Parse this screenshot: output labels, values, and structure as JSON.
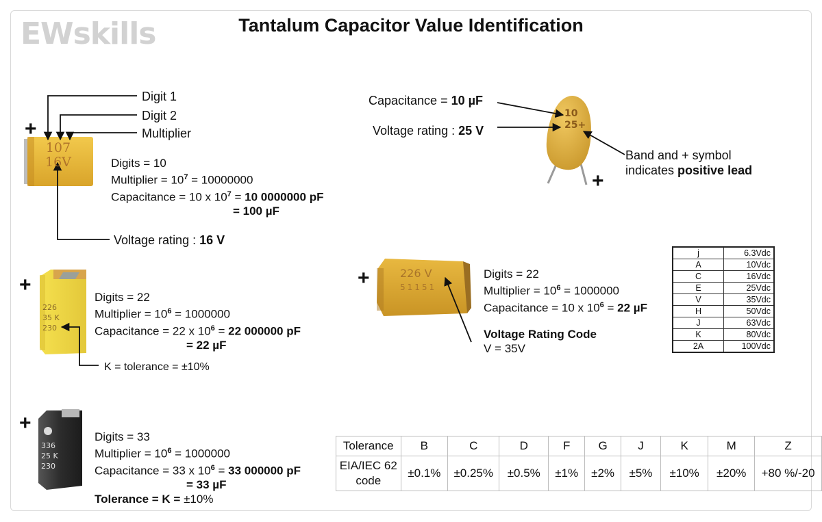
{
  "logo": "EWskills",
  "title": "Tantalum Capacitor Value Identification",
  "cap1": {
    "marking_line1": "107",
    "marking_line2": "16V",
    "label_digit1": "Digit 1",
    "label_digit2": "Digit 2",
    "label_multiplier": "Multiplier",
    "digits": "Digits = 10",
    "multiplier_prefix": "Multiplier = 10",
    "multiplier_exp": "7",
    "multiplier_suffix": " = 10000000",
    "cap_prefix": "Capacitance = 10 x 10",
    "cap_exp": "7",
    "cap_eq": " = ",
    "cap_bold": "10 0000000 pF",
    "cap_line2": "= 100 µF",
    "voltage_prefix": "Voltage rating : ",
    "voltage_bold": "16 V"
  },
  "cap2": {
    "marking_line1": "226",
    "marking_line2": "35 K",
    "marking_line3": "230",
    "digits": "Digits = 22",
    "multiplier_prefix": "Multiplier = 10",
    "multiplier_exp": "6",
    "multiplier_suffix": " = 1000000",
    "cap_prefix": "Capacitance = 22 x 10",
    "cap_exp": "6",
    "cap_eq": " = ",
    "cap_bold": "22 000000 pF",
    "cap_line2": "= 22 µF",
    "tolerance": "K = tolerance = ±10%"
  },
  "cap3": {
    "marking_line1": "336",
    "marking_line2": "25 K",
    "marking_line3": "230",
    "digits": "Digits = 33",
    "multiplier_prefix": "Multiplier = 10",
    "multiplier_exp": "6",
    "multiplier_suffix": " = 1000000",
    "cap_prefix": "Capacitance = 33 x 10",
    "cap_exp": "6",
    "cap_eq": " = ",
    "cap_bold": "33 000000 pF",
    "cap_line2": "= 33 µF",
    "tol_bold": "Tolerance = K =",
    "tol_value": " ±10%"
  },
  "dip": {
    "marking_line1": "10",
    "marking_line2": "25+",
    "cap_prefix": "Capacitance = ",
    "cap_bold": "10 µF",
    "volt_prefix": "Voltage rating : ",
    "volt_bold": "25 V",
    "band_line1": "Band and + symbol",
    "band_line2_prefix": "indicates ",
    "band_line2_bold": "positive lead"
  },
  "cap4": {
    "marking_line1": "226 V",
    "marking_line2": "51151",
    "digits": "Digits = 22",
    "multiplier_prefix": "Multiplier = 10",
    "multiplier_exp": "6",
    "multiplier_suffix": " = 1000000",
    "cap_prefix": "Capacitance = 10 x 10",
    "cap_exp": "6",
    "cap_eq": " = ",
    "cap_bold": "22 µF",
    "vcode_title": "Voltage Rating Code",
    "vcode_value": "V = 35V"
  },
  "plus_sign": "+",
  "voltage_codes": [
    {
      "code": "j",
      "voltage": "6.3Vdc"
    },
    {
      "code": "A",
      "voltage": "10Vdc"
    },
    {
      "code": "C",
      "voltage": "16Vdc"
    },
    {
      "code": "E",
      "voltage": "25Vdc"
    },
    {
      "code": "V",
      "voltage": "35Vdc"
    },
    {
      "code": "H",
      "voltage": "50Vdc"
    },
    {
      "code": "J",
      "voltage": "63Vdc"
    },
    {
      "code": "K",
      "voltage": "80Vdc"
    },
    {
      "code": "2A",
      "voltage": "100Vdc"
    }
  ],
  "tolerance_table": {
    "header_label": "Tolerance",
    "codes": [
      "B",
      "C",
      "D",
      "F",
      "G",
      "J",
      "K",
      "M",
      "Z"
    ],
    "row_label": "EIA/IEC 62 code",
    "values": [
      "±0.1%",
      "±0.25%",
      "±0.5%",
      "±1%",
      "±2%",
      "±5%",
      "±10%",
      "±20%",
      "+80 %/-20"
    ]
  },
  "colors": {
    "tantalum_yellow": "#e6b93a",
    "tantalum_yellow_light": "#f2da4a",
    "marking_brown": "#b0742a",
    "black_body": "#2a2a2a",
    "dip_yellow": "#e2b030"
  }
}
